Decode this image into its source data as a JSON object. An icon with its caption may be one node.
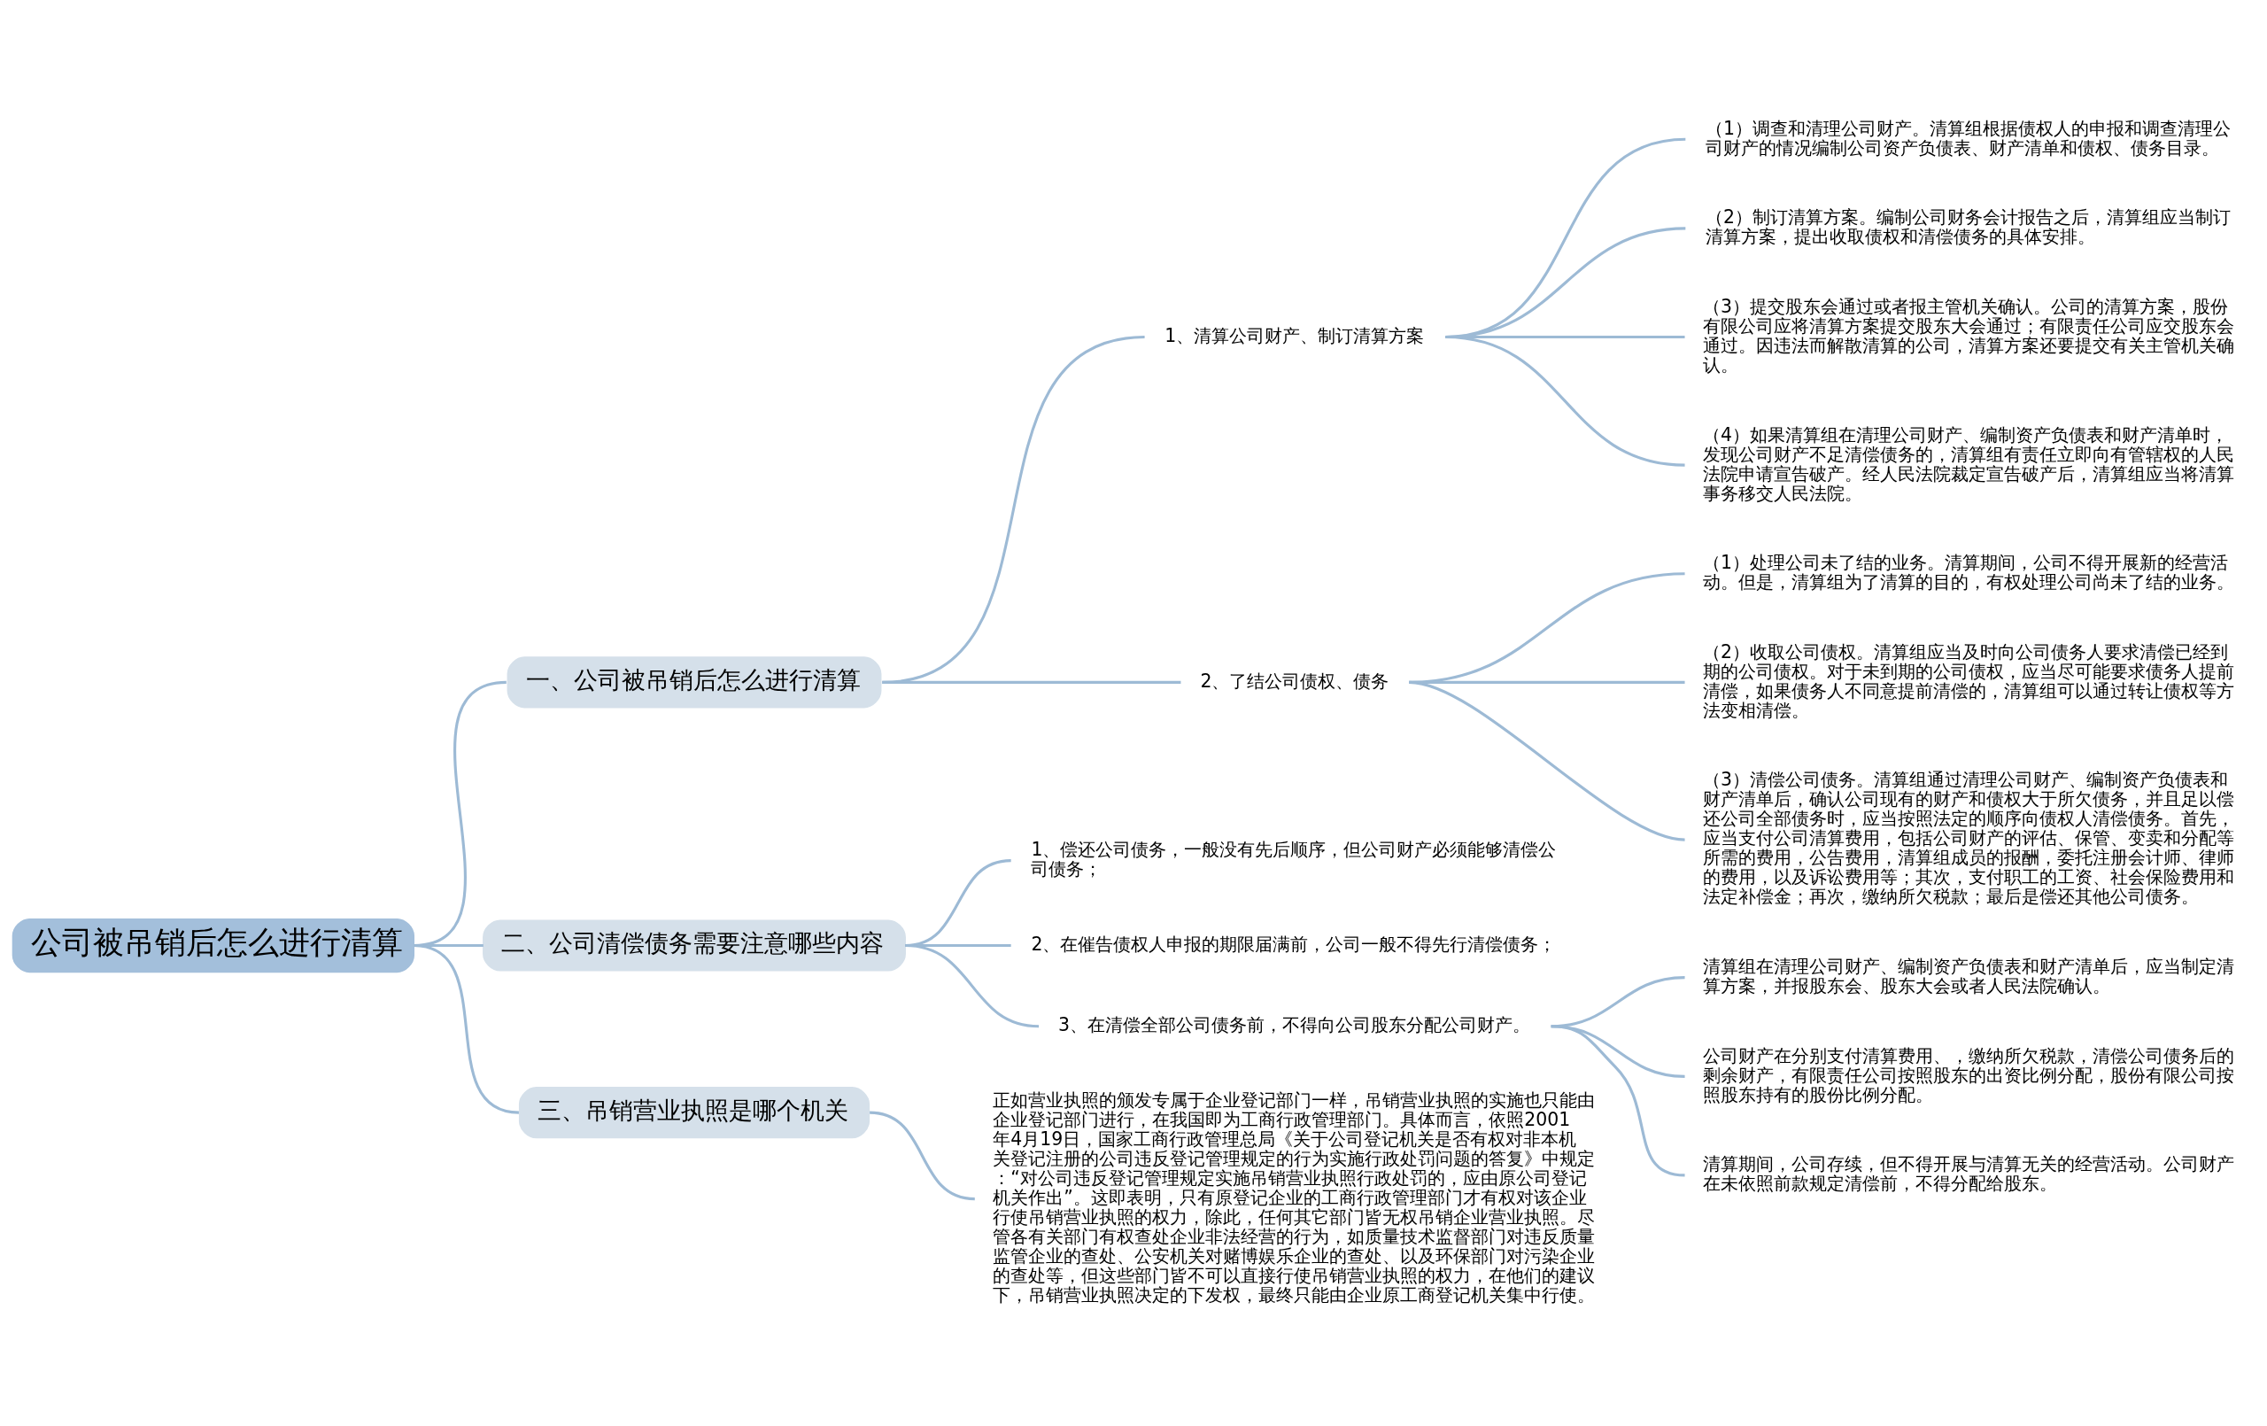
{
  "diagram": {
    "nodes": [
      {
        "text": [
          "公司被吊销后怎么进行清算"
        ]
      },
      {
        "text": [
          "一、公司被吊销后怎么进行清算"
        ]
      },
      {
        "text": [
          "1、清算公司财产、制订清算方案"
        ]
      },
      {
        "text": [
          "（1）调查和清理公司财产。清算组根据债权人的申报和调查清理公司财产的情况编制公司资产负债表、财产清单和债权、债务目录。"
        ]
      },
      {
        "text": [
          "（2）制订清算方案。编制公司财务会计报告之后，清算组应当制订清算方案，提出收取债权和清偿债务的具体安排。"
        ]
      },
      {
        "text": [
          "（3）提交股东会通过或者报主管机关确认。公司的清算方案，股份有限公司应将清算方案提交股东大会通过；有限责任公司应交股东会通过。因违法而解散清算的公司，清算方案还要提交有关主管机关确认。"
        ]
      },
      {
        "text": [
          "（4）如果清算组在清理公司财产、编制资产负债表和财产清单时，发现公司财产不足清偿债务的，清算组有责任立即向有管辖权的人民法院申请宣告破产。经人民法院裁定宣告破产后，清算组应当将清算事务移交人民法院。"
        ]
      },
      {
        "text": [
          "2、了结公司债权、债务"
        ]
      },
      {
        "text": [
          "（1）处理公司未了结的业务。清算期间，公司不得开展新的经营活动。但是，清算组为了清算的目的，有权处理公司尚未了结的业务。"
        ]
      },
      {
        "text": [
          "（2）收取公司债权。清算组应当及时向公司债务人要求清偿已经到期的公司债权。对于未到期的公司债权，应当尽可能要求债务人提前清偿，如果债务人不同意提前清偿的，清算组可以通过转让债权等方法变相清偿。"
        ]
      },
      {
        "text": [
          "（3）清偿公司债务。清算组通过清理公司财产、编制资产负债表和财产清单后，确认公司现有的财产和债权大于所欠债务，并且足以偿还公司全部债务时，应当按照法定的顺序向债权人清偿债务。首先，应当支付公司清算费用，包括公司财产的评估、保管、变卖和分配等所需的费用，公告费用，清算组成员的报酬，委托注册会计师、律师的费用，以及诉讼费用等；其次，支付职工的工资、社会保险费用和法定补偿金；再次，缴纳所欠税款；最后是偿还其他公司债务。"
        ]
      },
      {
        "text": [
          "二、公司清偿债务需要注意哪些内容"
        ]
      },
      {
        "text": [
          "1、偿还公司债务，一般没有先后顺序，但公司财产必须能够清偿公司债务；"
        ]
      },
      {
        "text": [
          "2、在催告债权人申报的期限届满前，公司一般不得先行清偿债务；"
        ]
      },
      {
        "text": [
          "3、在清偿全部公司债务前，不得向公司股东分配公司财产。"
        ]
      },
      {
        "text": [
          "清算组在清理公司财产、编制资产负债表和财产清单后，应当制定清算方案，并报股东会、股东大会或者人民法院确认。"
        ]
      },
      {
        "text": [
          "公司财产在分别支付清算费用、，缴纳所欠税款，清偿公司债务后的剩余财产，有限责任公司按照股东的出资比例分配，股份有限公司按照股东持有的股份比例分配。"
        ]
      },
      {
        "text": [
          "清算期间，公司存续，但不得开展与清算无关的经营活动。公司财产在未依照前款规定清偿前，不得分配给股东。"
        ]
      },
      {
        "text": [
          "三、吊销营业执照是哪个机关"
        ]
      },
      {
        "text": [
          "正如营业执照的颁发专属于企业登记部门一样，吊销营业执照的实施也只能由企业登记部门进行，在我国即为工商行政管理部门。具体而言，依照2001年4月19日，国家工商行政管理总局《关于公司登记机关是否有权对非本机关登记注册的公司违反登记管理规定的行为实施行政处罚问题的答复》中规定：“对公司违反登记管理规定实施吊销营业执照行政处罚的，应由原公司登记机关作出”。这即表明，只有原登记企业的工商行政管理部门才有权对该企业行使吊销营业执照的权力，除此，任何其它部门皆无权吊销企业营业执照。尽管各有关部门有权查处企业非法经营的行为，如质量技术监督部门对违反质量监管企业的查处、公安机关对赌博娱乐企业的查处、以及环保部门对污染企业的查处等，但这些部门皆不可以直接行使吊销营业执照的权力，在他们的建议下，吊销营业执照决定的下发权，最终只能由企业原工商登记机关集中行使。"
        ]
      }
    ],
    "edges": [
      {
        "from": 0,
        "to": 1,
        "arrow": "none"
      },
      {
        "from": 1,
        "to": 2,
        "arrow": "none"
      },
      {
        "from": 2,
        "to": 3,
        "arrow": "none"
      },
      {
        "from": 2,
        "to": 4,
        "arrow": "none"
      },
      {
        "from": 2,
        "to": 5,
        "arrow": "none"
      },
      {
        "from": 2,
        "to": 6,
        "arrow": "none"
      },
      {
        "from": 1,
        "to": 7,
        "arrow": "none"
      },
      {
        "from": 7,
        "to": 8,
        "arrow": "none"
      },
      {
        "from": 7,
        "to": 9,
        "arrow": "none"
      },
      {
        "from": 7,
        "to": 10,
        "arrow": "none"
      },
      {
        "from": 0,
        "to": 11,
        "arrow": "none"
      },
      {
        "from": 11,
        "to": 12,
        "arrow": "none"
      },
      {
        "from": 11,
        "to": 13,
        "arrow": "none"
      },
      {
        "from": 11,
        "to": 14,
        "arrow": "none"
      },
      {
        "from": 14,
        "to": 15,
        "arrow": "none"
      },
      {
        "from": 14,
        "to": 16,
        "arrow": "none"
      },
      {
        "from": 14,
        "to": 17,
        "arrow": "none"
      },
      {
        "from": 0,
        "to": 18,
        "arrow": "none"
      },
      {
        "from": 18,
        "to": 19,
        "arrow": "none"
      }
    ]
  }
}
